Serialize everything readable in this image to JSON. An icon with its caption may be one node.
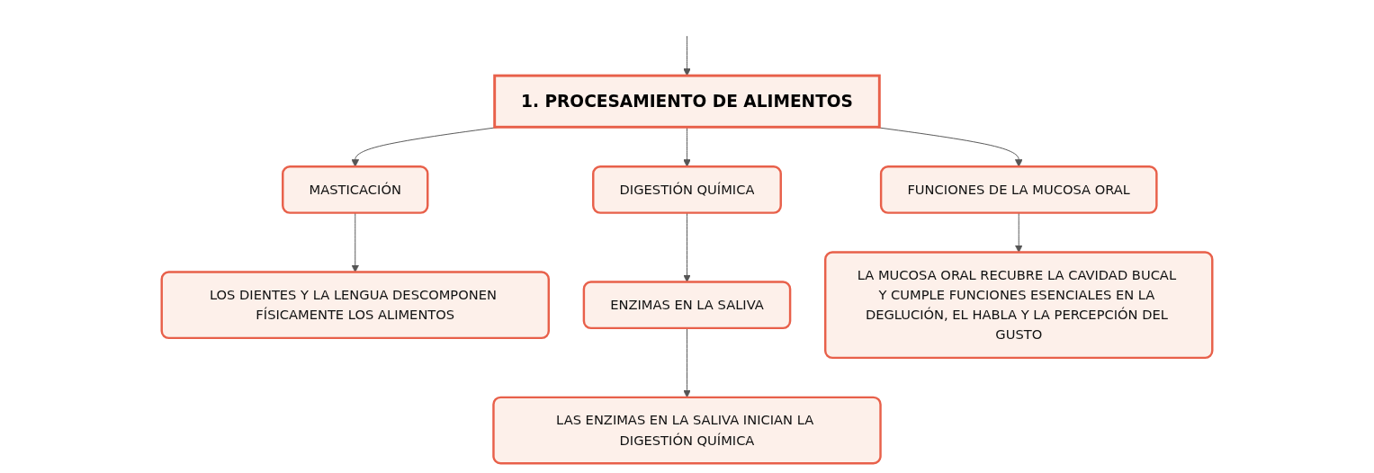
{
  "diagram": {
    "nodes": [
      {
        "text": [
          "1. PROCESAMIENTO DE ALIMENTOS"
        ]
      },
      {
        "text": [
          "MASTICACIÓN"
        ]
      },
      {
        "text": [
          "DIGESTIÓN QUÍMICA"
        ]
      },
      {
        "text": [
          "FUNCIONES DE LA MUCOSA ORAL"
        ]
      },
      {
        "text": [
          "LOS DIENTES Y LA LENGUA DESCOMPONEN FÍSICAMENTE LOS ALIMENTOS"
        ]
      },
      {
        "text": [
          "ENZIMAS EN LA SALIVA"
        ]
      },
      {
        "text": [
          "LAS ENZIMAS EN LA SALIVA INICIAN LA DIGESTIÓN QUÍMICA"
        ]
      },
      {
        "text": [
          "LA MUCOSA ORAL RECUBRE LA CAVIDAD BUCAL Y CUMPLE FUNCIONES ESENCIALES EN LA DEGLUCIÓN, EL HABLA Y LA PERCEPCIÓN DEL GUSTO"
        ]
      }
    ],
    "edges": [
      {
        "from": null,
        "to": 0,
        "arrow": "to"
      },
      {
        "from": 0,
        "to": 1,
        "arrow": "to"
      },
      {
        "from": 0,
        "to": 2,
        "arrow": "to"
      },
      {
        "from": 0,
        "to": 3,
        "arrow": "to"
      },
      {
        "from": 1,
        "to": 4,
        "arrow": "to"
      },
      {
        "from": 2,
        "to": 5,
        "arrow": "to"
      },
      {
        "from": 5,
        "to": 6,
        "arrow": "to"
      },
      {
        "from": 3,
        "to": 7,
        "arrow": "to"
      }
    ]
  }
}
